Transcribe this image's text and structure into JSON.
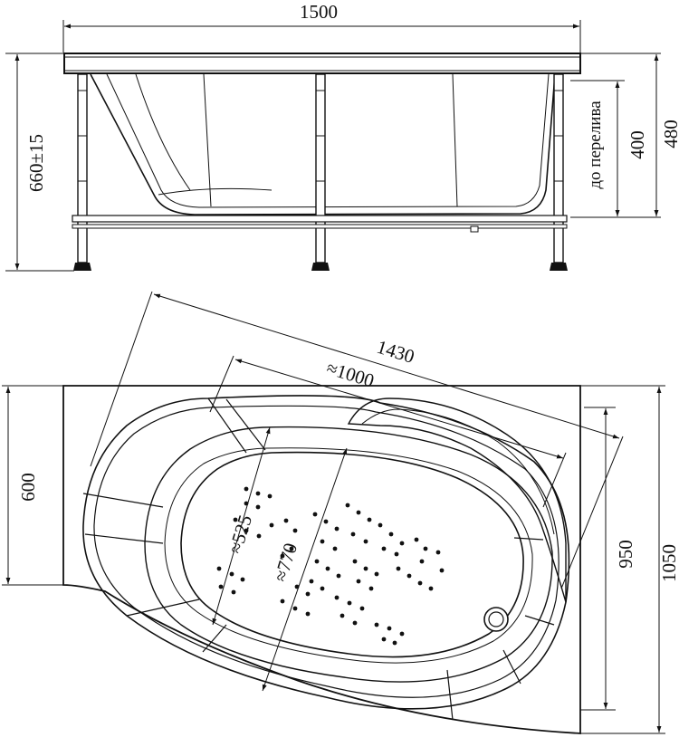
{
  "side_view": {
    "width_label": "1500",
    "height_total_label": "660±15",
    "overflow_caption": "до перелива",
    "overflow_height_label": "400",
    "rim_height_label": "480"
  },
  "top_view": {
    "diagonal_label": "1430",
    "inner_length_label": "≈1000",
    "inner_width_label": "≈525",
    "inner_long_label": "≈770",
    "left_depth_label": "600",
    "right_inner_depth_label": "950",
    "right_total_depth_label": "1050"
  },
  "colors": {
    "line": "#111111",
    "background": "#ffffff"
  }
}
